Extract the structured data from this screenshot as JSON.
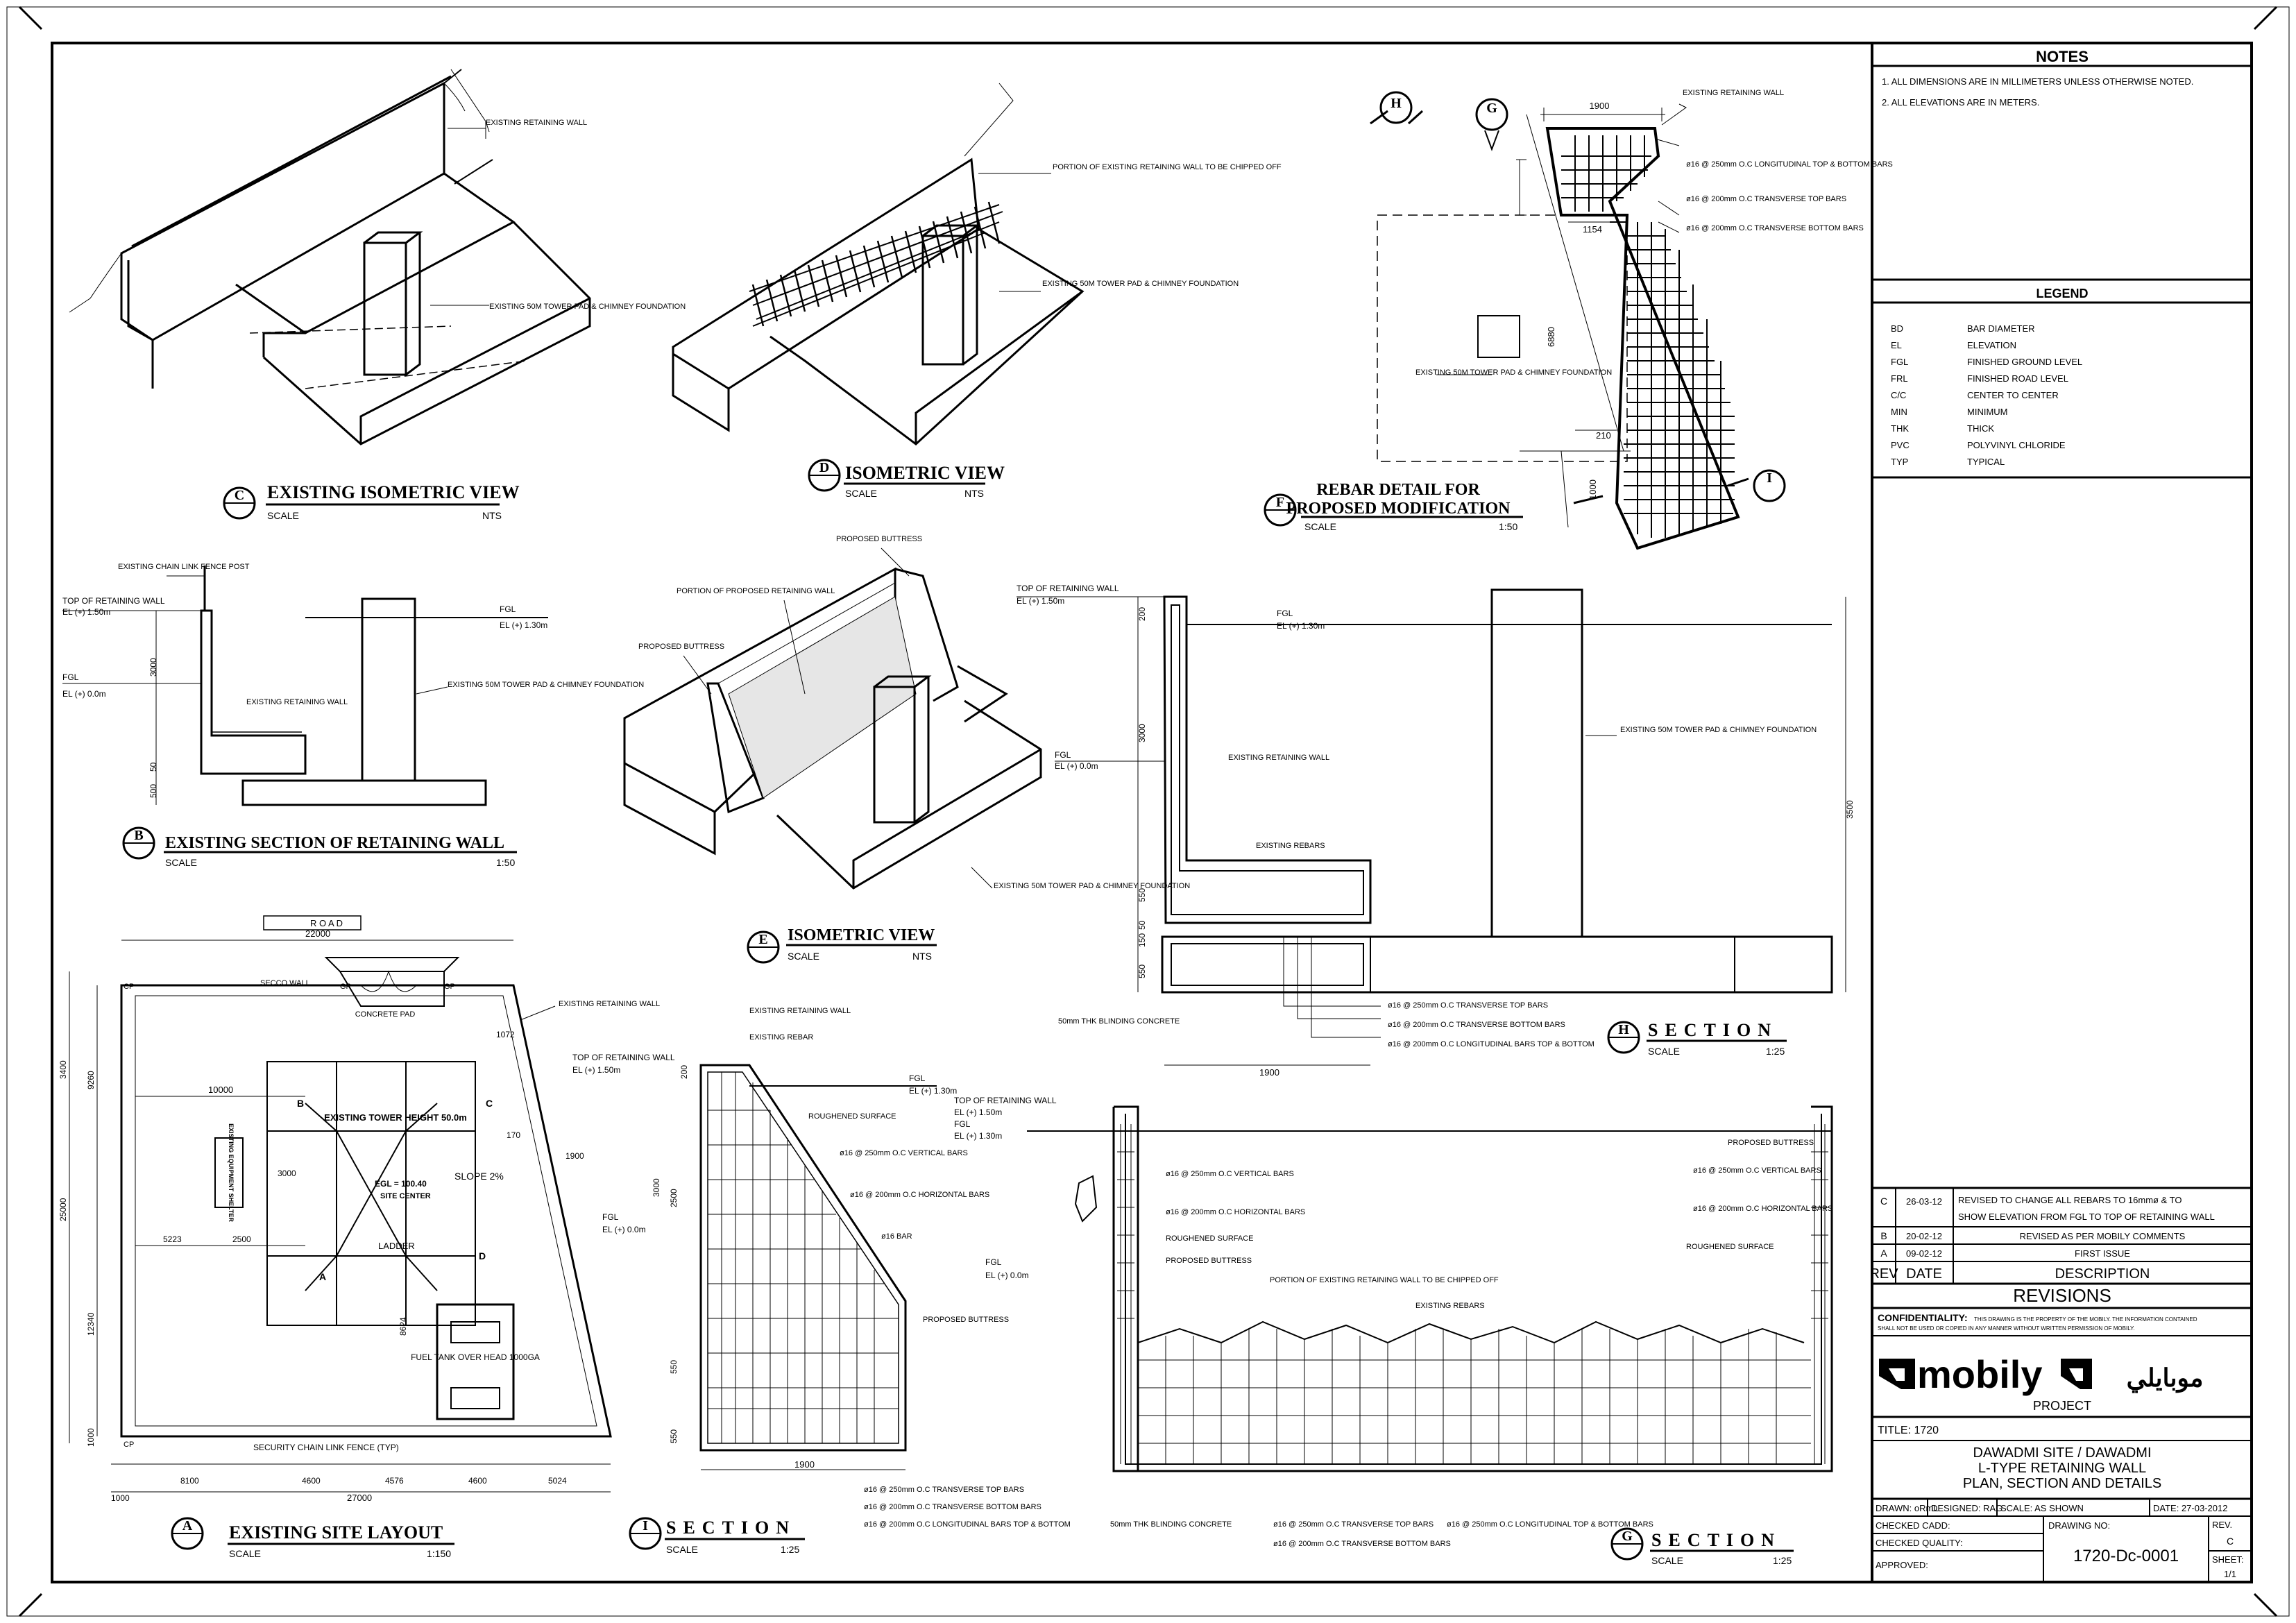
{
  "notes": {
    "title": "NOTES",
    "items": [
      "1. ALL DIMENSIONS ARE IN MILLIMETERS UNLESS OTHERWISE NOTED.",
      "2. ALL ELEVATIONS ARE IN METERS."
    ]
  },
  "legend": {
    "title": "LEGEND",
    "items": [
      {
        "abbr": "BD",
        "meaning": "BAR DIAMETER"
      },
      {
        "abbr": "EL",
        "meaning": "ELEVATION"
      },
      {
        "abbr": "FGL",
        "meaning": "FINISHED GROUND LEVEL"
      },
      {
        "abbr": "FRL",
        "meaning": "FINISHED ROAD LEVEL"
      },
      {
        "abbr": "C/C",
        "meaning": "CENTER TO CENTER"
      },
      {
        "abbr": "MIN",
        "meaning": "MINIMUM"
      },
      {
        "abbr": "THK",
        "meaning": "THICK"
      },
      {
        "abbr": "PVC",
        "meaning": "POLYVINYL CHLORIDE"
      },
      {
        "abbr": "TYP",
        "meaning": "TYPICAL"
      }
    ]
  },
  "revisions": {
    "rows": [
      {
        "rev": "C",
        "date": "26-03-12",
        "desc1": "REVISED TO CHANGE ALL REBARS TO 16mmø & TO",
        "desc2": "SHOW ELEVATION FROM FGL TO TOP OF RETAINING WALL"
      },
      {
        "rev": "B",
        "date": "20-02-12",
        "desc1": "REVISED AS PER MOBILY COMMENTS",
        "desc2": ""
      },
      {
        "rev": "A",
        "date": "09-02-12",
        "desc1": "FIRST ISSUE",
        "desc2": ""
      }
    ],
    "header": {
      "rev": "REV",
      "date": "DATE",
      "desc": "DESCRIPTION"
    },
    "title": "REVISIONS"
  },
  "confidentiality": {
    "label": "CONFIDENTIALITY:",
    "text1": "THIS DRAWING IS THE PROPERTY OF THE MOBILY. THE INFORMATION CONTAINED",
    "text2": "SHALL NOT BE USED OR COPIED IN ANY MANNER WITHOUT WRITTEN PERMISSION OF MOBILY."
  },
  "brand": {
    "name": "mobily",
    "arabic": "موبايلي",
    "project": "PROJECT"
  },
  "title_block": {
    "title_label": "TITLE: 1720",
    "line1": "DAWADMI SITE / DAWADMI",
    "line2": "L-TYPE RETAINING WALL",
    "line3": "PLAN, SECTION AND DETAILS",
    "drawn": "DRAWN: oRmL",
    "designed": "DESIGNED: RAG",
    "scale": "SCALE: AS SHOWN",
    "date": "DATE: 27-03-2012",
    "checked_cadd": "CHECKED CADD:",
    "checked_quality": "CHECKED QUALITY:",
    "approved": "APPROVED:",
    "drawing_no_label": "DRAWING NO:",
    "drawing_no": "1720-Dc-0001",
    "rev_label": "REV.",
    "rev_value": "C",
    "sheet_label": "SHEET:",
    "sheet_value": "1/1"
  },
  "views": {
    "c": {
      "letter": "C",
      "title": "EXISTING ISOMETRIC VIEW",
      "scale_label": "SCALE",
      "scale": "NTS"
    },
    "d": {
      "letter": "D",
      "title": "ISOMETRIC VIEW",
      "scale_label": "SCALE",
      "scale": "NTS"
    },
    "f": {
      "letter": "F",
      "title1": "REBAR DETAIL FOR",
      "title2": "PROPOSED MODIFICATION",
      "scale_label": "SCALE",
      "scale": "1:50"
    },
    "b": {
      "letter": "B",
      "title": "EXISTING SECTION OF RETAINING WALL",
      "scale_label": "SCALE",
      "scale": "1:50"
    },
    "e": {
      "letter": "E",
      "title": "ISOMETRIC VIEW",
      "scale_label": "SCALE",
      "scale": "NTS"
    },
    "h": {
      "letter": "H",
      "title": "SECTION",
      "scale_label": "SCALE",
      "scale": "1:25"
    },
    "a": {
      "letter": "A",
      "title": "EXISTING SITE LAYOUT",
      "scale_label": "SCALE",
      "scale": "1:150"
    },
    "i": {
      "letter": "I",
      "title": "SECTION",
      "scale_label": "SCALE",
      "scale": "1:25"
    },
    "g": {
      "letter": "G",
      "title": "SECTION",
      "scale_label": "SCALE",
      "scale": "1:25"
    }
  },
  "labels": {
    "existing_retaining_wall": "EXISTING RETAINING WALL",
    "existing_50m_tower": "EXISTING 50M TOWER PAD & CHIMNEY FOUNDATION",
    "portion_chipped": "PORTION OF EXISTING RETAINING WALL TO BE CHIPPED OFF",
    "proposed_buttress": "PROPOSED BUTTRESS",
    "portion_proposed_wall": "PORTION OF PROPOSED RETAINING WALL",
    "existing_chain_link": "EXISTING CHAIN LINK FENCE POST",
    "top_of_wall": "TOP OF RETAINING WALL",
    "el_150": "EL (+) 1.50m",
    "el_130": "EL (+) 1.30m",
    "el_00": "EL (+) 0.0m",
    "fgl": "FGL",
    "existing_rebars": "EXISTING REBARS",
    "existing_rebar": "EXISTING REBAR",
    "roughened_surface": "ROUGHENED SURFACE",
    "blinding": "50mm THK BLINDING CONCRETE",
    "bar_16": "ø16 BAR",
    "bars_250_vert": "ø16 @ 250mm O.C VERTICAL BARS",
    "bars_200_horiz": "ø16 @ 200mm O.C HORIZONTAL BARS",
    "bars_250_long": "ø16 @ 250mm O.C LONGITUDINAL TOP & BOTTOM BARS",
    "bars_200_top": "ø16 @ 200mm O.C TRANSVERSE TOP BARS",
    "bars_200_bottom": "ø16 @ 200mm O.C TRANSVERSE BOTTOM BARS",
    "bars_250_trans_top": "ø16 @ 250mm O.C TRANSVERSE TOP BARS",
    "bars_200_trans_bottom": "ø16 @ 200mm O.C TRANSVERSE BOTTOM BARS",
    "bars_200_long": "ø16 @ 200mm O.C LONGITUDINAL BARS TOP & BOTTOM",
    "road": "R O A D",
    "secco_wall": "SECCO WALL",
    "concrete_pad": "CONCRETE PAD",
    "tower": "EXISTING TOWER HEIGHT 50.0m",
    "egl": "EGL = 100.40",
    "site_center": "SITE CENTER",
    "slope": "SLOPE 2%",
    "ladder": "LADDER",
    "fuel_tank": "FUEL TANK OVER HEAD 1000GA",
    "security_fence": "SECURITY CHAIN LINK FENCE (TYP)",
    "shelter": "EXISTING EQUIPMENT SHELTER"
  },
  "dims": {
    "site_top": "22000",
    "site_bottom": "27000",
    "site_w": "10000",
    "site_3000": "3000",
    "site_5223": "5223",
    "site_2500": "2500",
    "site_left": [
      "9260",
      "3400",
      "25000",
      "12340",
      "1000"
    ],
    "site_bottom_segs": [
      "1000",
      "8100",
      "4600",
      "4576",
      "4600",
      "5024"
    ],
    "site_8624": "8624",
    "site_1072": "1072",
    "site_170": "170",
    "site_1900": "1900",
    "b_3000": "3000",
    "b_50": "50",
    "b_500": "500",
    "h_200": "200",
    "h_3000": "3000",
    "h_550": "550",
    "h_50": "50",
    "h_150": "150",
    "h_3500": "3500",
    "h_1900": "1900",
    "f_1900": "1900",
    "f_1154": "1154",
    "f_6880": "6880",
    "f_210": "210",
    "f_1000": "1000",
    "i_200": "200",
    "i_3000": "3000",
    "i_2500": "2500",
    "i_550": "550",
    "i_1900": "1900"
  },
  "markers": {
    "cp": "CP",
    "gp": "GP",
    "a": "A",
    "b": "B",
    "c": "C",
    "d": "D",
    "g": "G",
    "h": "H",
    "i": "I"
  }
}
